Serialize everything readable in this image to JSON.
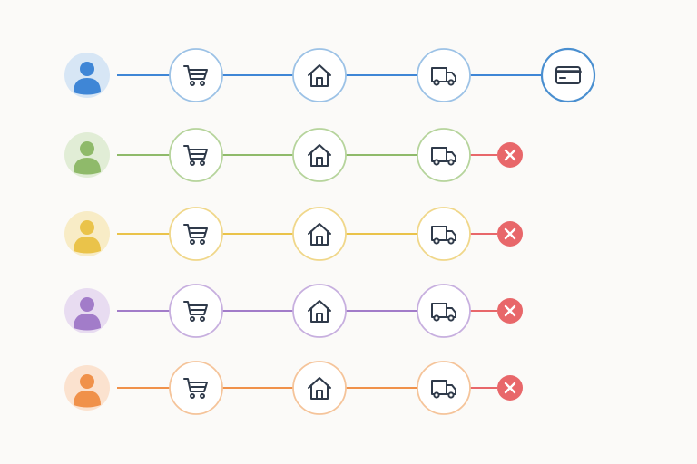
{
  "colors": {
    "background": "#fbfaf8",
    "icon_stroke": "#2f3a4a",
    "fail": "#e8676a",
    "fail_icon": "#ffffff",
    "card_ring": "#4a8fd0"
  },
  "funnel": {
    "rows": [
      {
        "color": "#3f86d6",
        "avatar_bg": "#d7e6f5",
        "ring": "#9cc2e6",
        "steps": [
          "cart-icon",
          "home-icon",
          "truck-icon",
          "credit-card-icon"
        ],
        "outcome": "completed"
      },
      {
        "color": "#8fba6a",
        "avatar_bg": "#e1edd6",
        "ring": "#b6d49c",
        "steps": [
          "cart-icon",
          "home-icon",
          "truck-icon"
        ],
        "outcome": "dropped"
      },
      {
        "color": "#eac34a",
        "avatar_bg": "#f8ecc6",
        "ring": "#f0d78a",
        "steps": [
          "cart-icon",
          "home-icon",
          "truck-icon"
        ],
        "outcome": "dropped"
      },
      {
        "color": "#a27cc9",
        "avatar_bg": "#e8dcf1",
        "ring": "#c7afdf",
        "steps": [
          "cart-icon",
          "home-icon",
          "truck-icon"
        ],
        "outcome": "dropped"
      },
      {
        "color": "#f0914a",
        "avatar_bg": "#fbe2cf",
        "ring": "#f5c49a",
        "steps": [
          "cart-icon",
          "home-icon",
          "truck-icon"
        ],
        "outcome": "dropped"
      }
    ]
  }
}
